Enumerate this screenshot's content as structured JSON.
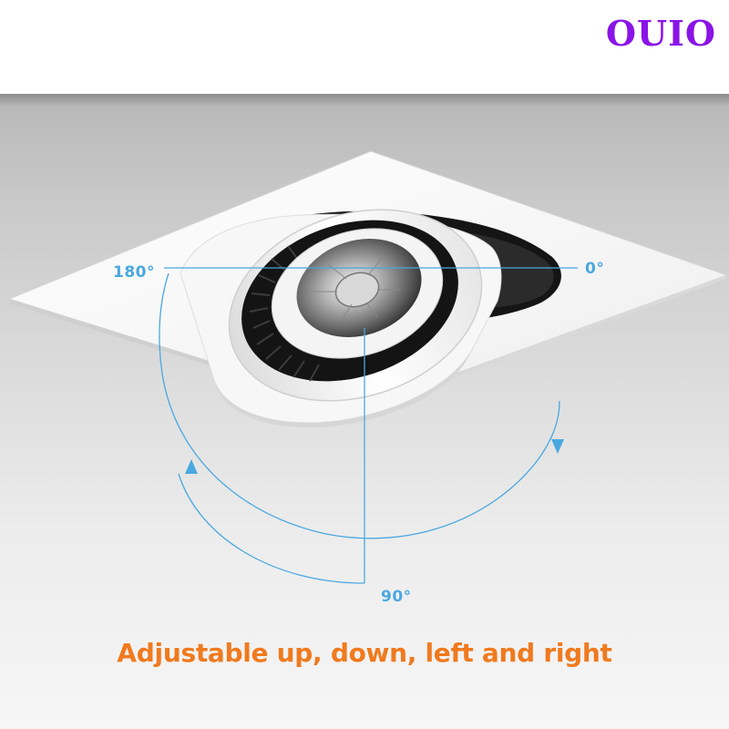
{
  "brand": {
    "text": "OUIO",
    "color": "#8a14e6"
  },
  "labels": {
    "left": "180°",
    "right": "0°",
    "bottom": "90°"
  },
  "caption": {
    "text": "Adjustable up, down, left and right",
    "color": "#f07a1e"
  },
  "colors": {
    "diagram": "#4aa8e0",
    "housing": "#ffffff",
    "fins": "#111111"
  },
  "icons": {
    "arrow_left": "arrowhead-up-icon",
    "arrow_right": "arrowhead-down-icon"
  }
}
